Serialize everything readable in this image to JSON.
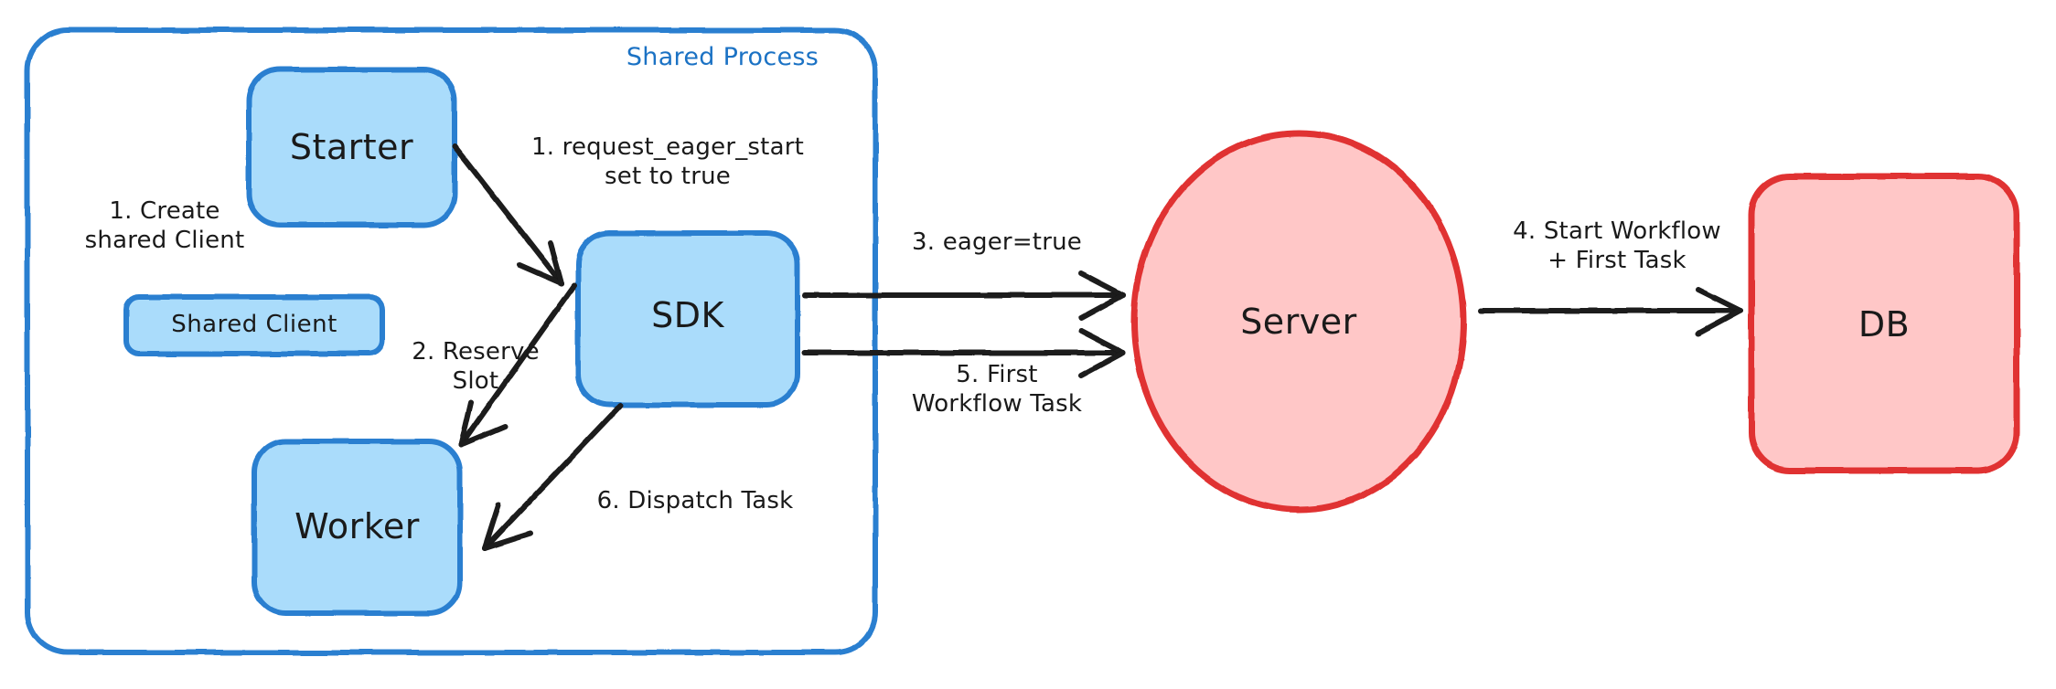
{
  "diagram": {
    "title": "Eager Workflow Start flow",
    "type": "flow-diagram",
    "background": "#ffffff",
    "colors": {
      "blue_stroke": "#2b7fd0",
      "blue_fill": "#aadcfb",
      "red_stroke": "#e03232",
      "red_fill": "#ffc7c7",
      "arrow": "#1a1a1a",
      "group_label": "#1b72c4"
    },
    "groups": [
      {
        "id": "shared-process",
        "label": "Shared Process",
        "shape": "rounded-rect",
        "stroke": "#2b7fd0"
      }
    ],
    "nodes": [
      {
        "id": "starter",
        "label": "Starter",
        "shape": "rounded-rect",
        "fill": "#aadcfb",
        "stroke": "#2b7fd0"
      },
      {
        "id": "shared-client",
        "label": "Shared Client",
        "shape": "rounded-rect",
        "fill": "#aadcfb",
        "stroke": "#2b7fd0"
      },
      {
        "id": "worker",
        "label": "Worker",
        "shape": "rounded-rect",
        "fill": "#aadcfb",
        "stroke": "#2b7fd0"
      },
      {
        "id": "sdk",
        "label": "SDK",
        "shape": "rounded-rect",
        "fill": "#aadcfb",
        "stroke": "#2b7fd0"
      },
      {
        "id": "server",
        "label": "Server",
        "shape": "ellipse",
        "fill": "#ffc7c7",
        "stroke": "#e03232"
      },
      {
        "id": "db",
        "label": "DB",
        "shape": "rounded-rect",
        "fill": "#ffc7c7",
        "stroke": "#e03232"
      }
    ],
    "edges": [
      {
        "id": "e-create",
        "label": "1. Create\nshared Client",
        "from": "starter",
        "to": "worker",
        "arrow": false
      },
      {
        "id": "e-eager",
        "label": "1. request_eager_start\nset to true",
        "from": "starter",
        "to": "sdk",
        "arrow": true
      },
      {
        "id": "e-reserve",
        "label": "2. Reserve\nSlot",
        "from": "sdk",
        "to": "worker",
        "arrow": true
      },
      {
        "id": "e-eagertrue",
        "label": "3. eager=true",
        "from": "sdk",
        "to": "server",
        "arrow": true
      },
      {
        "id": "e-startwf",
        "label": "4. Start Workflow\n+ First Task",
        "from": "server",
        "to": "db",
        "arrow": true
      },
      {
        "id": "e-firsttask",
        "label": "5. First\nWorkflow Task",
        "from": "server",
        "to": "sdk",
        "arrow": true
      },
      {
        "id": "e-dispatch",
        "label": "6. Dispatch Task",
        "from": "sdk",
        "to": "worker",
        "arrow": true
      }
    ]
  }
}
